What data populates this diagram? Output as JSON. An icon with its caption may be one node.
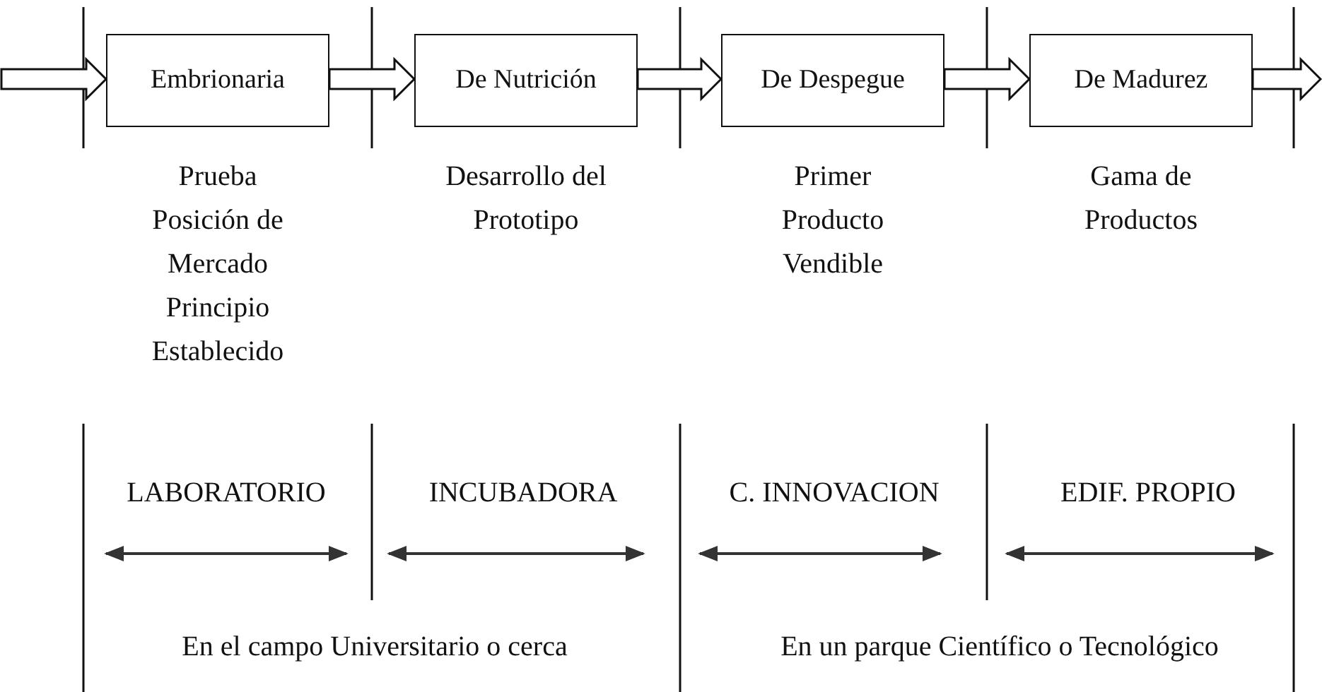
{
  "diagram": {
    "nodes": [
      {
        "text": [
          "Embrionaria"
        ],
        "beside": [
          "Prueba Posición de Mercado Principio Establecido"
        ]
      },
      {
        "text": [
          "De Nutrición"
        ],
        "beside": [
          "Desarrollo del Prototipo"
        ]
      },
      {
        "text": [
          "De Despegue"
        ],
        "beside": [
          "Primer Producto Vendible"
        ]
      },
      {
        "text": [
          "De Madurez"
        ],
        "beside": [
          "Gama de Productos"
        ]
      }
    ],
    "edges": [
      {
        "from": null,
        "to": 0,
        "arrow": "to"
      },
      {
        "from": 0,
        "to": 1,
        "arrow": "to"
      },
      {
        "from": 1,
        "to": 2,
        "arrow": "to"
      },
      {
        "from": 2,
        "to": 3,
        "arrow": "to"
      },
      {
        "from": 3,
        "to": null,
        "arrow": "to"
      }
    ],
    "labels": [
      "LABORATORIO",
      "INCUBADORA",
      "C. INNOVACION",
      "EDIF. PROPIO",
      "En el campo Universitario o cerca",
      "En un parque Científico o Tecnológico"
    ]
  }
}
